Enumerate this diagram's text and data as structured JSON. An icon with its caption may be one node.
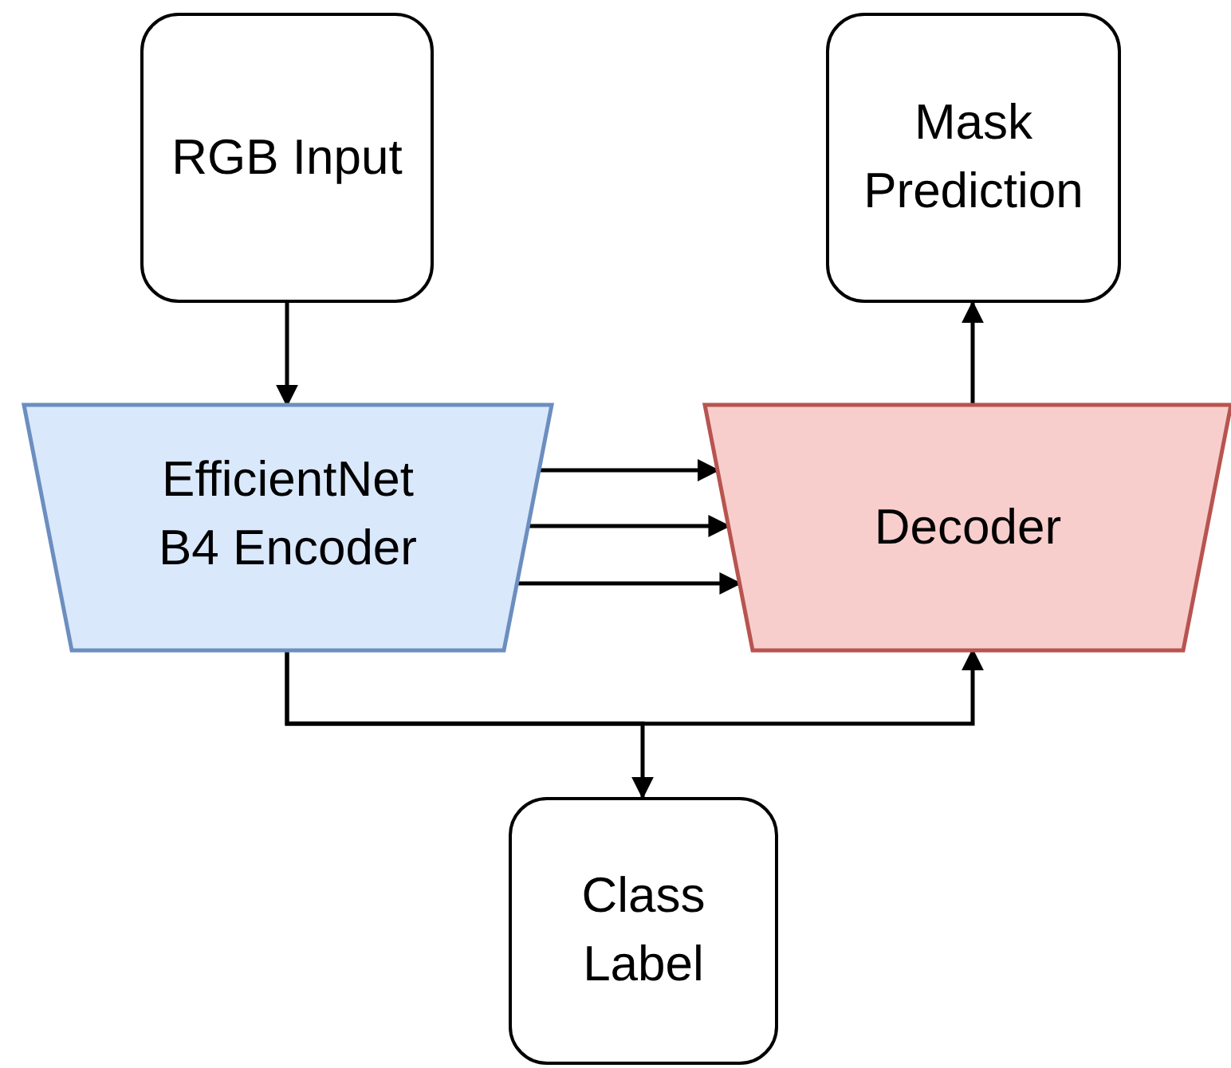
{
  "diagram": {
    "nodes": [
      {
        "text": [
          "RGB Input"
        ]
      },
      {
        "text": [
          "Mask Prediction"
        ]
      },
      {
        "text": [
          "EfficientNet B4 Encoder"
        ]
      },
      {
        "text": [
          "Decoder"
        ]
      },
      {
        "text": [
          "Class Label"
        ]
      }
    ],
    "edges": [
      {
        "from": 0,
        "to": 2,
        "arrow": "to"
      },
      {
        "from": 2,
        "to": 3,
        "arrow": "to"
      },
      {
        "from": 2,
        "to": 3,
        "arrow": "to"
      },
      {
        "from": 2,
        "to": 3,
        "arrow": "to"
      },
      {
        "from": 3,
        "to": 1,
        "arrow": "to"
      },
      {
        "from": 2,
        "to": 4,
        "arrow": "to"
      },
      {
        "from": 2,
        "to": 3,
        "arrow": "to"
      }
    ]
  }
}
